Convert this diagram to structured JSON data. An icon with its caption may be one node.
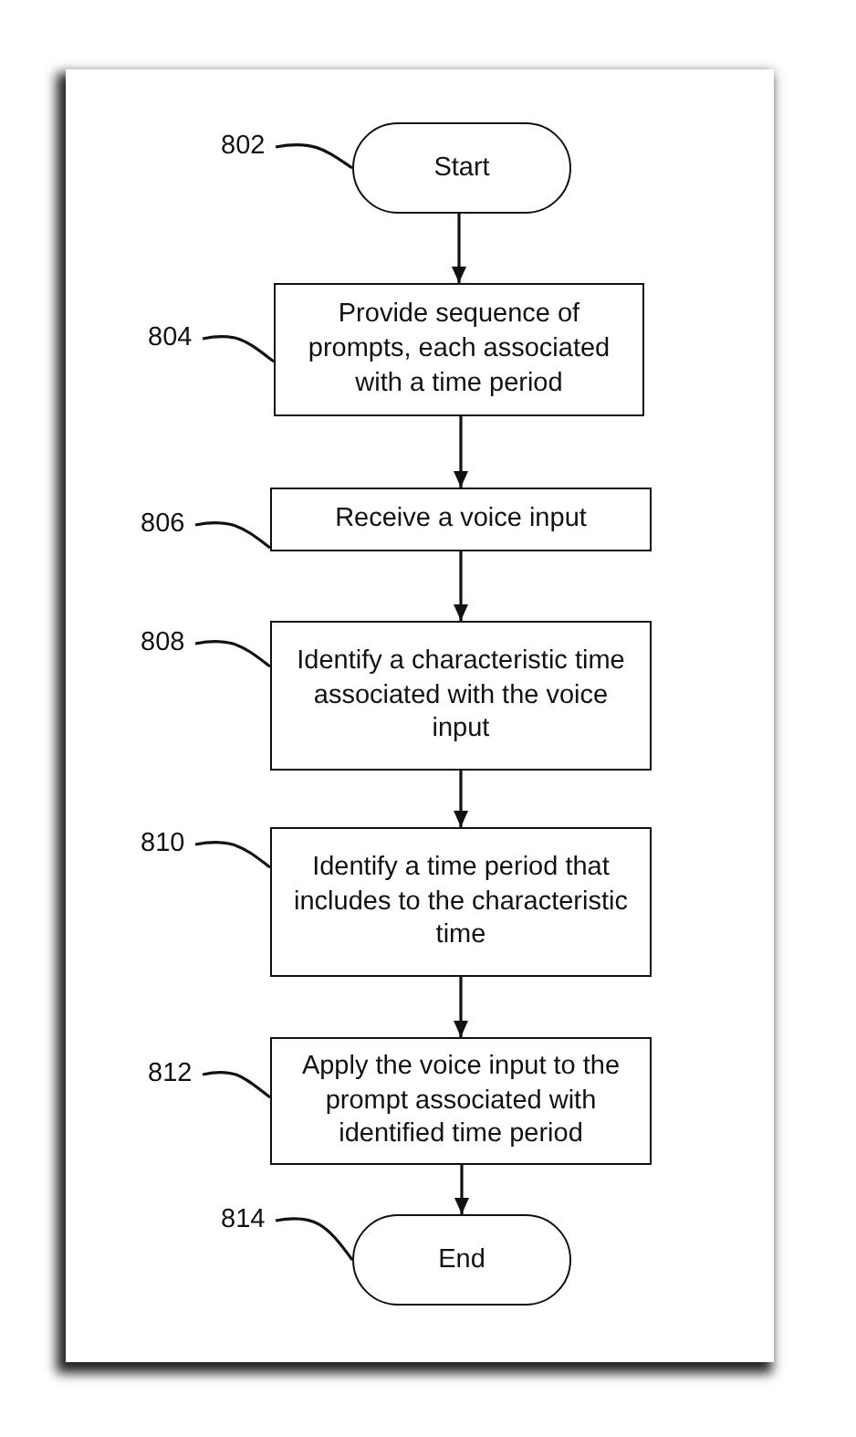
{
  "diagram": {
    "nodes": [
      {
        "text": [
          "802"
        ]
      },
      {
        "text": [
          "Start"
        ]
      },
      {
        "text": [
          "804"
        ]
      },
      {
        "text": [
          "Provide sequence of prompts, each associated with a time period"
        ]
      },
      {
        "text": [
          "806"
        ]
      },
      {
        "text": [
          "Receive a voice input"
        ]
      },
      {
        "text": [
          "808"
        ]
      },
      {
        "text": [
          "Identify a characteristic time associated with the voice input"
        ]
      },
      {
        "text": [
          "810"
        ]
      },
      {
        "text": [
          "Identify a time period that includes to the characteristic time"
        ]
      },
      {
        "text": [
          "812"
        ]
      },
      {
        "text": [
          "Apply the voice input to the prompt associated with identified time period"
        ]
      },
      {
        "text": [
          "814"
        ]
      },
      {
        "text": [
          "End"
        ]
      }
    ],
    "edges": [
      {
        "from": 1,
        "to": 3,
        "arrow": "to"
      },
      {
        "from": 3,
        "to": 5,
        "arrow": "to"
      },
      {
        "from": 5,
        "to": 7,
        "arrow": "to"
      },
      {
        "from": 7,
        "to": 9,
        "arrow": "to"
      },
      {
        "from": 9,
        "to": 11,
        "arrow": "to"
      },
      {
        "from": 11,
        "to": 13,
        "arrow": "to"
      },
      {
        "from": 0,
        "to": 1,
        "arrow": "none"
      },
      {
        "from": 2,
        "to": 3,
        "arrow": "none"
      },
      {
        "from": 4,
        "to": 5,
        "arrow": "none"
      },
      {
        "from": 6,
        "to": 7,
        "arrow": "none"
      },
      {
        "from": 8,
        "to": 9,
        "arrow": "none"
      },
      {
        "from": 10,
        "to": 11,
        "arrow": "none"
      },
      {
        "from": 12,
        "to": 13,
        "arrow": "none"
      }
    ]
  }
}
